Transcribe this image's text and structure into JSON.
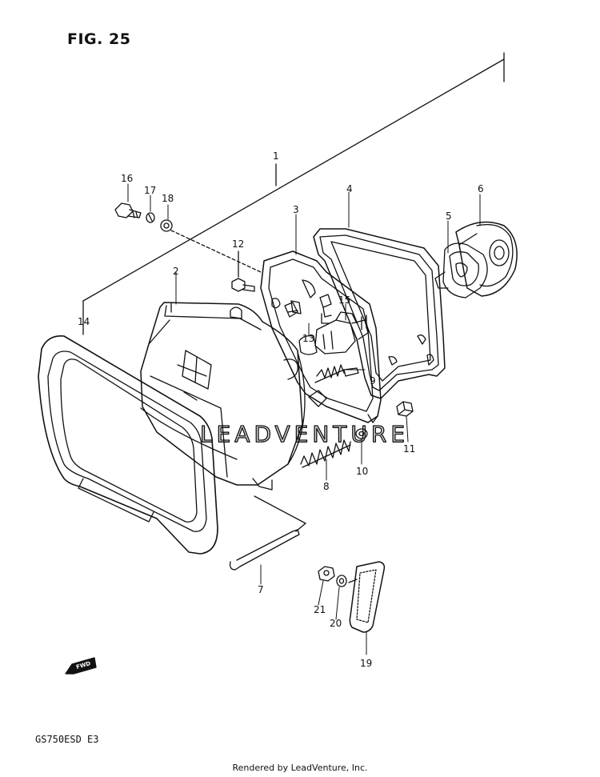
{
  "figure_label": "FIG. 25",
  "model_code": "GS750ESD  E3",
  "footer": "Rendered by LeadVenture, Inc.",
  "fwd_label": "FWD",
  "watermark": "LEADVENTURE",
  "callouts": [
    "1",
    "2",
    "3",
    "4",
    "5",
    "6",
    "7",
    "8",
    "9",
    "10",
    "11",
    "12",
    "13",
    "14",
    "15",
    "16",
    "17",
    "18",
    "19",
    "20",
    "21"
  ]
}
